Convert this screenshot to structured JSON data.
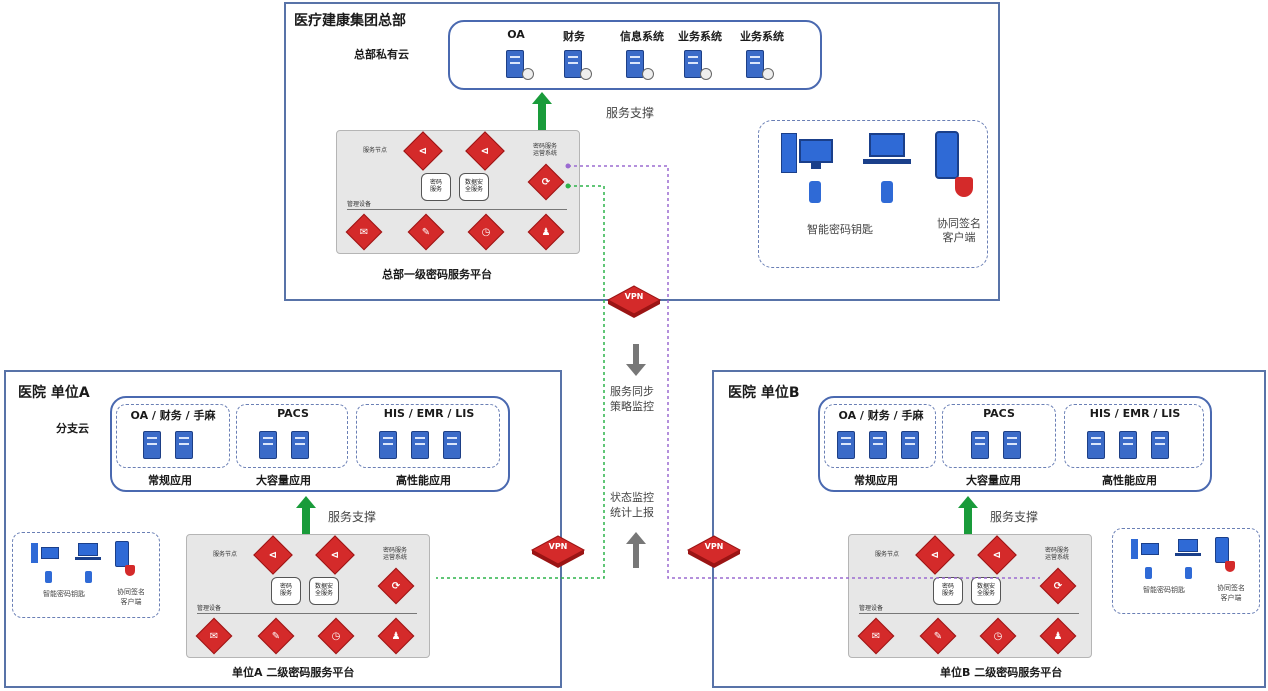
{
  "hq": {
    "title": "医疗建康集团总部",
    "private_cloud": "总部私有云",
    "systems": [
      "OA",
      "财务",
      "信息系统",
      "业务系统",
      "业务系统"
    ],
    "service_support": "服务支撑",
    "platform_name": "总部一级密码服务平台",
    "device_labels": {
      "smart_key": "智能密码钥匙",
      "sign_client": "协同签名\n客户端"
    }
  },
  "center": {
    "vpn": "VPN",
    "sync_label": "服务同步\n策略监控",
    "report_label": "状态监控\n统计上报"
  },
  "unit_a": {
    "title": "医院 单位A",
    "branch_cloud": "分支云",
    "groups": [
      {
        "name": "OA / 财务 / 手麻",
        "caption": "常规应用"
      },
      {
        "name": "PACS",
        "caption": "大容量应用"
      },
      {
        "name": "HIS / EMR / LIS",
        "caption": "高性能应用"
      }
    ],
    "service_support": "服务支撑",
    "platform_name": "单位A 二级密码服务平台",
    "device_labels": {
      "smart_key": "智能密码钥匙",
      "sign_client": "协同签名\n客户端"
    }
  },
  "unit_b": {
    "title": "医院 单位B",
    "groups": [
      {
        "name": "OA / 财务 / 手麻",
        "caption": "常规应用"
      },
      {
        "name": "PACS",
        "caption": "大容量应用"
      },
      {
        "name": "HIS / EMR / LIS",
        "caption": "高性能应用"
      }
    ],
    "service_support": "服务支撑",
    "platform_name": "单位B 二级密码服务平台",
    "device_labels": {
      "smart_key": "智能密码钥匙",
      "sign_client": "协同签名\n客户端"
    }
  },
  "platform_tiny": {
    "node_label": "服务节点",
    "mgmt_label": "管理设备",
    "hex1": "密码\n服务",
    "hex2": "数据安\n全服务",
    "side": "密码服务\n运营系统"
  },
  "colors": {
    "region_border": "#5873a8",
    "server_blue": "#3b6bc8",
    "device_red": "#d42a2a",
    "arrow_green": "#199b3a",
    "link_green": "#2db34a",
    "link_purple": "#9b6bd1"
  }
}
